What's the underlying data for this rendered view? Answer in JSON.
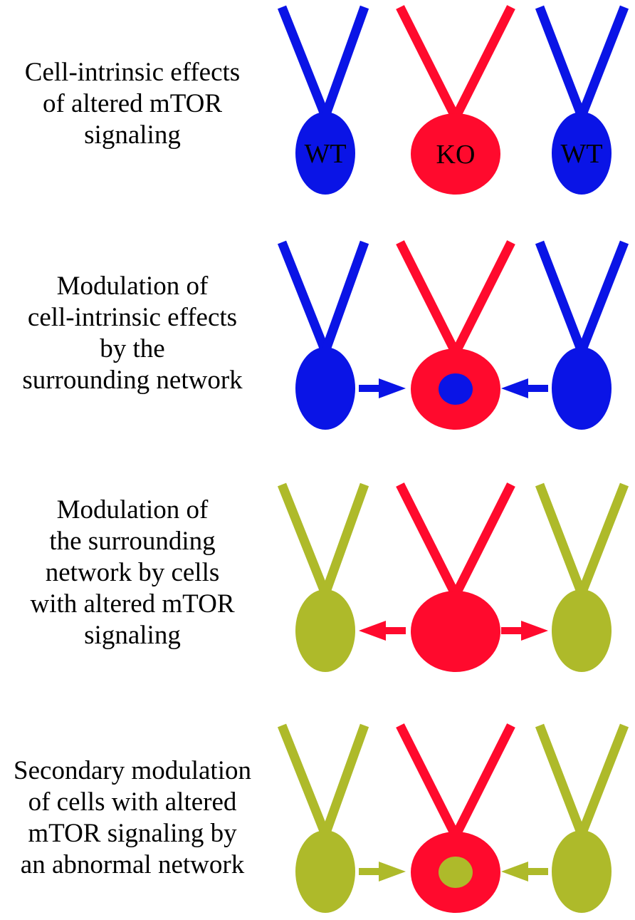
{
  "colors": {
    "wild_type": "#0A14E6",
    "knockout": "#FF0A2D",
    "network": "#AEBA2A",
    "text": "#000000"
  },
  "panels": [
    {
      "caption": [
        "Cell-intrinsic effects",
        "of altered mTOR",
        "signaling"
      ],
      "cells": [
        {
          "role": "left",
          "color": "wild_type",
          "label": "WT"
        },
        {
          "role": "center",
          "color": "knockout",
          "label": "KO"
        },
        {
          "role": "right",
          "color": "wild_type",
          "label": "WT"
        }
      ],
      "arrows": [],
      "inner_dot_color": ""
    },
    {
      "caption": [
        "Modulation of",
        "cell-intrinsic effects",
        "by the",
        "surrounding network"
      ],
      "cells": [
        {
          "role": "left",
          "color": "wild_type",
          "label": ""
        },
        {
          "role": "center",
          "color": "knockout",
          "label": ""
        },
        {
          "role": "right",
          "color": "wild_type",
          "label": ""
        }
      ],
      "arrows": [
        {
          "from": "left",
          "to": "center",
          "color": "wild_type"
        },
        {
          "from": "right",
          "to": "center",
          "color": "wild_type"
        }
      ],
      "inner_dot_color": "wild_type"
    },
    {
      "caption": [
        "Modulation of",
        "the surrounding",
        "network by cells",
        "with altered mTOR",
        "signaling"
      ],
      "cells": [
        {
          "role": "left",
          "color": "network",
          "label": ""
        },
        {
          "role": "center",
          "color": "knockout",
          "label": ""
        },
        {
          "role": "right",
          "color": "network",
          "label": ""
        }
      ],
      "arrows": [
        {
          "from": "center",
          "to": "left",
          "color": "knockout"
        },
        {
          "from": "center",
          "to": "right",
          "color": "knockout"
        }
      ],
      "inner_dot_color": ""
    },
    {
      "caption": [
        "Secondary modulation",
        "of cells with altered",
        "mTOR signaling by",
        "an abnormal network"
      ],
      "cells": [
        {
          "role": "left",
          "color": "network",
          "label": ""
        },
        {
          "role": "center",
          "color": "knockout",
          "label": ""
        },
        {
          "role": "right",
          "color": "network",
          "label": ""
        }
      ],
      "arrows": [
        {
          "from": "left",
          "to": "center",
          "color": "network"
        },
        {
          "from": "right",
          "to": "center",
          "color": "network"
        }
      ],
      "inner_dot_color": "network"
    }
  ]
}
